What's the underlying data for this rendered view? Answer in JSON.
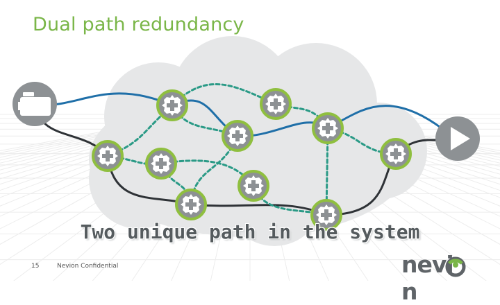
{
  "slide": {
    "title": "Dual path redundancy",
    "caption": "Two unique path in the system",
    "page_number": "15",
    "footer": "Nevion Confidential",
    "logo_text": "nevion"
  },
  "icons": {
    "source": "video-camera-icon",
    "destination": "play-icon",
    "nodes": "router-icon"
  },
  "colors": {
    "title": "#7ab648",
    "primary_path": "#1f6fa8",
    "secondary_path": "#2a9a86",
    "link": "#2e3236",
    "node_ring": "#8fbf3f",
    "node_fill": "#8d9194",
    "endpoint": "#8d9194",
    "cloud": "#e6e7e8"
  }
}
